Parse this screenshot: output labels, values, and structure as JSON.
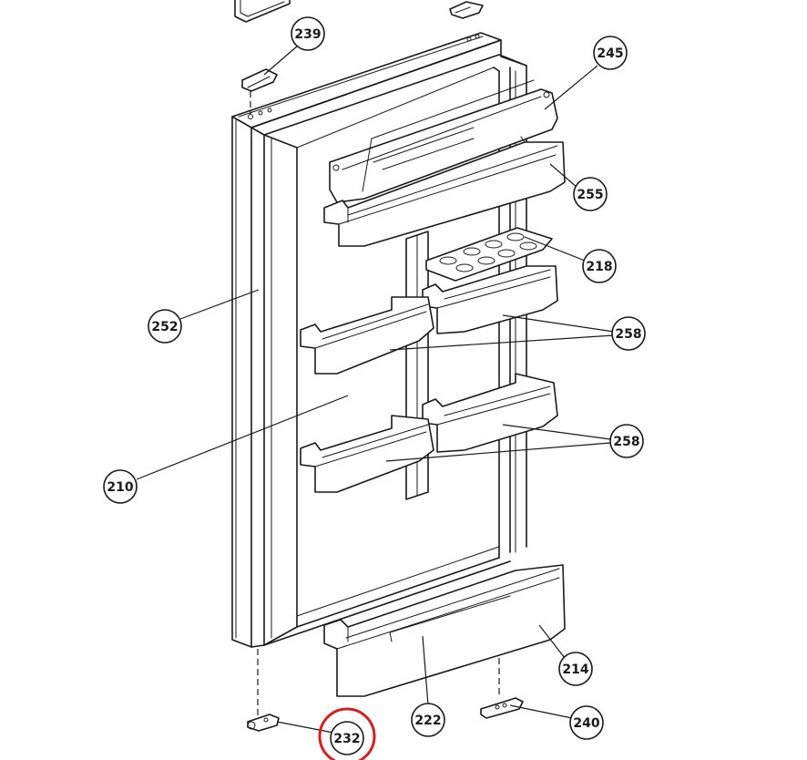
{
  "callouts": [
    {
      "id": "c239",
      "label": "239"
    },
    {
      "id": "c245",
      "label": "245"
    },
    {
      "id": "c255",
      "label": "255"
    },
    {
      "id": "c218",
      "label": "218"
    },
    {
      "id": "c252",
      "label": "252"
    },
    {
      "id": "c258a",
      "label": "258"
    },
    {
      "id": "c258b",
      "label": "258"
    },
    {
      "id": "c210",
      "label": "210"
    },
    {
      "id": "c214",
      "label": "214"
    },
    {
      "id": "c222",
      "label": "222"
    },
    {
      "id": "c240",
      "label": "240"
    },
    {
      "id": "c232",
      "label": "232"
    }
  ],
  "highlight": {
    "target": "232",
    "color": "#d42020"
  },
  "colors": {
    "line": "#1a1a1a",
    "background": "#ffffff"
  }
}
